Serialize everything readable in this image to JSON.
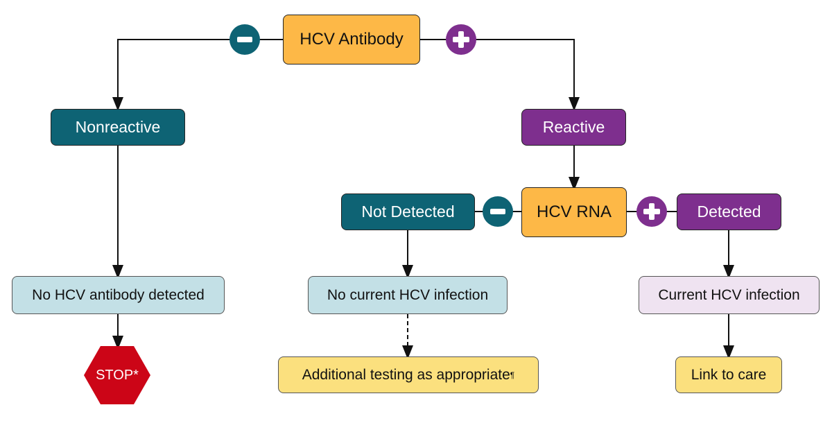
{
  "diagram": {
    "title_node": "HCV Antibody",
    "negative_symbol": "−",
    "positive_symbol": "+",
    "nonreactive": "Nonreactive",
    "reactive": "Reactive",
    "rna_test": "HCV RNA",
    "not_detected": "Not Detected",
    "detected": "Detected",
    "no_antibody": "No HCV antibody detected",
    "no_current_infection": "No current HCV infection",
    "current_infection": "Current HCV infection",
    "stop": "STOP*",
    "additional_testing": "Additional testing as appropriate",
    "additional_testing_mark": "¶",
    "link_to_care": "Link to care"
  },
  "colors": {
    "orange": "#FDB847",
    "teal": "#0E6374",
    "purple": "#7E2F8E",
    "light_blue": "#C3E0E6",
    "lavender": "#EFE3F1",
    "yellow": "#FBE07E",
    "stop_red": "#CC0517"
  }
}
